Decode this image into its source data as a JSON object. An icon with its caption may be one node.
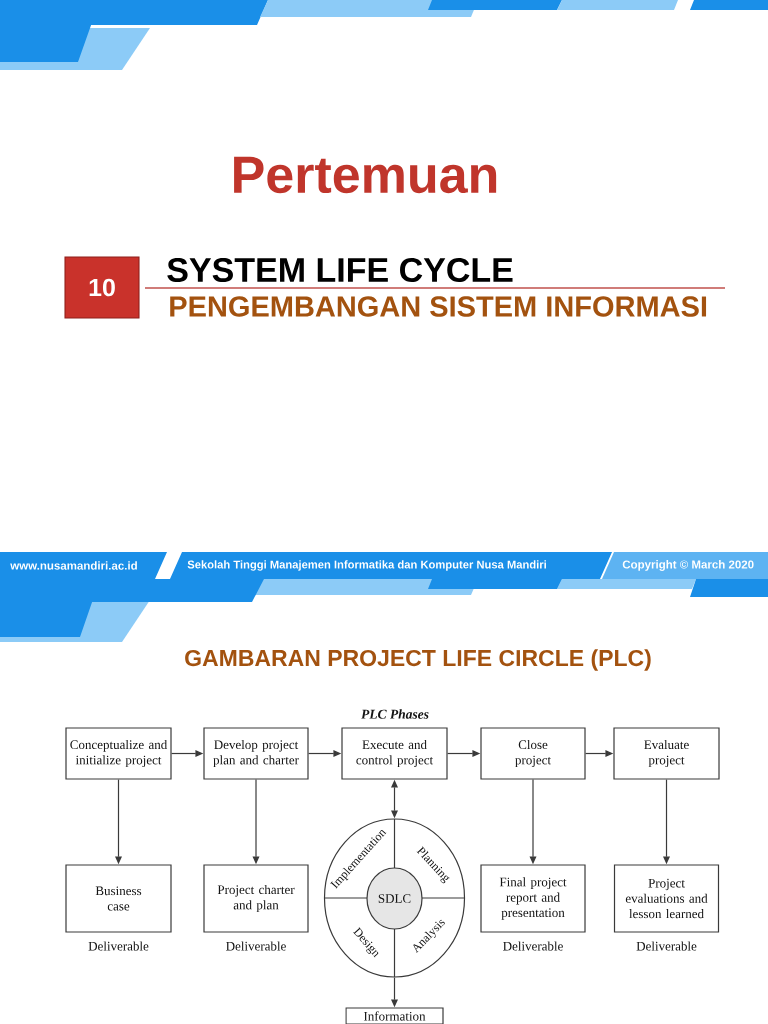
{
  "diagram": {
    "title": "GAMBARAN PROJECT LIFE CIRCLE (PLC)",
    "nodes": [
      {
        "text": [
          "10"
        ]
      },
      {
        "text": [
          "Conceptualize and initialize project"
        ]
      },
      {
        "text": [
          "Develop project plan and charter"
        ]
      },
      {
        "text": [
          "Execute and control project"
        ]
      },
      {
        "text": [
          "Close project"
        ]
      },
      {
        "text": [
          "Evaluate project"
        ]
      },
      {
        "text": [
          "Business case"
        ],
        "beside": [
          "Deliverable"
        ]
      },
      {
        "text": [
          "Project charter and plan"
        ],
        "beside": [
          "Deliverable"
        ]
      },
      {
        "text": [
          "Implementation",
          "Planning",
          "Analysis",
          "Design"
        ]
      },
      {
        "text": [
          "SDLC"
        ],
        "in": 8
      },
      {
        "text": [
          "Final project report and presentation"
        ],
        "beside": [
          "Deliverable"
        ]
      },
      {
        "text": [
          "Project evaluations and lesson learned"
        ],
        "beside": [
          "Deliverable"
        ]
      },
      {
        "text": [
          "Information"
        ]
      }
    ],
    "edges": [
      {
        "from": 1,
        "to": 2,
        "arrow": "to"
      },
      {
        "from": 2,
        "to": 3,
        "arrow": "to"
      },
      {
        "from": 3,
        "to": 4,
        "arrow": "to"
      },
      {
        "from": 4,
        "to": 5,
        "arrow": "to"
      },
      {
        "from": 1,
        "to": 6,
        "arrow": "to"
      },
      {
        "from": 2,
        "to": 7,
        "arrow": "to"
      },
      {
        "from": 3,
        "to": 8,
        "arrow": "both"
      },
      {
        "from": 8,
        "to": 12,
        "arrow": "to"
      },
      {
        "from": 4,
        "to": 10,
        "arrow": "to"
      },
      {
        "from": 5,
        "to": 11,
        "arrow": "to"
      }
    ],
    "labels": [
      "Pertemuan",
      "SYSTEM LIFE CYCLE",
      "PENGEMBANGAN SISTEM INFORMASI",
      "www.nusamandiri.ac.id",
      "Sekolah Tinggi Manajemen Informatika dan Komputer Nusa Mandiri",
      "Copyright © March 2020",
      "PLC Phases"
    ]
  }
}
